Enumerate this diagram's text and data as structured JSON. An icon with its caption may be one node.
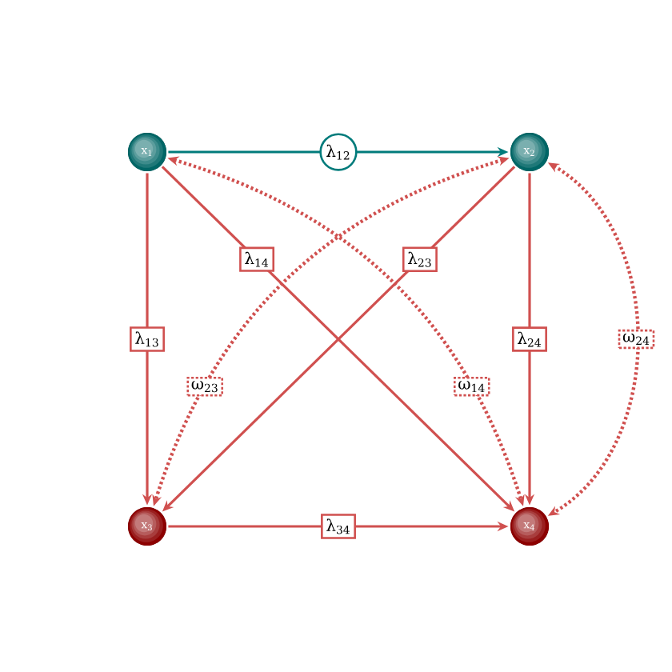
{
  "diagram": {
    "nodes": [
      {
        "text": [
          "x$_{1}$"
        ]
      },
      {
        "text": [
          "x$_{2}$"
        ]
      },
      {
        "text": [
          "x$_{3}$"
        ]
      },
      {
        "text": [
          "x$_{4}$"
        ]
      }
    ],
    "edges": [
      {
        "from": 0,
        "to": 1,
        "arrow": "to",
        "label": "λ$_{12}$",
        "color": "#007b7b"
      },
      {
        "from": 0,
        "to": 2,
        "arrow": "to",
        "label": "λ$_{13}$"
      },
      {
        "from": 0,
        "to": 3,
        "arrow": "to",
        "label": "λ$_{14}$"
      },
      {
        "from": 1,
        "to": 2,
        "arrow": "to",
        "label": "λ$_{23}$"
      },
      {
        "from": 1,
        "to": 3,
        "arrow": "to",
        "label": "λ$_{24}$"
      },
      {
        "from": 2,
        "to": 3,
        "arrow": "to",
        "label": "λ$_{34}$"
      },
      {
        "from": 1,
        "to": 2,
        "arrow": "both",
        "label": "ω$_{23}$",
        "style": "dashed"
      },
      {
        "from": 0,
        "to": 3,
        "arrow": "both",
        "label": "ω$_{14}$",
        "style": "dashed"
      },
      {
        "from": 1,
        "to": 3,
        "arrow": "both",
        "label": "ω$_{24}$",
        "style": "dashed"
      }
    ]
  }
}
